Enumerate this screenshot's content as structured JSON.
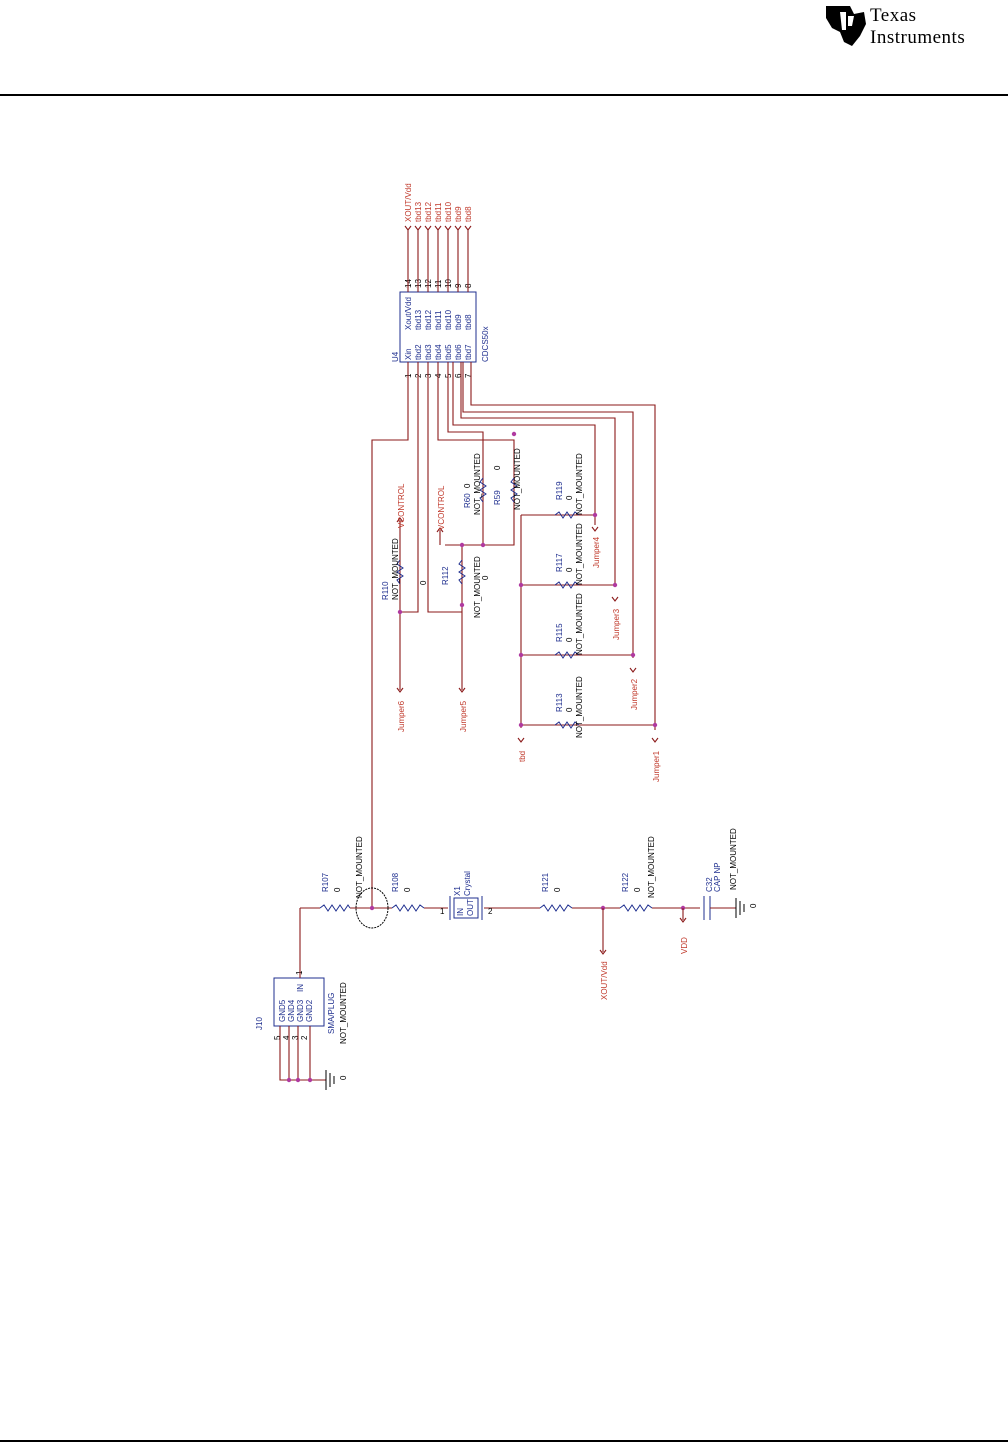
{
  "header": {
    "brand_line1": "Texas",
    "brand_line2": "Instruments"
  },
  "u4": {
    "ref": "U4",
    "part": "CDCS50x",
    "left_pins": [
      {
        "num": "1",
        "name": "Xin"
      },
      {
        "num": "2",
        "name": "tbd2"
      },
      {
        "num": "3",
        "name": "tbd3"
      },
      {
        "num": "4",
        "name": "tbd4"
      },
      {
        "num": "5",
        "name": "tbd5"
      },
      {
        "num": "6",
        "name": "tbd6"
      },
      {
        "num": "7",
        "name": "tbd7"
      }
    ],
    "right_pins": [
      {
        "num": "14",
        "name": "Xout/Vdd",
        "net": "XOUT/Vdd"
      },
      {
        "num": "13",
        "name": "tbd13",
        "net": "tbd13"
      },
      {
        "num": "12",
        "name": "tbd12",
        "net": "tbd12"
      },
      {
        "num": "11",
        "name": "tbd11",
        "net": "tbd11"
      },
      {
        "num": "10",
        "name": "tbd10",
        "net": "tbd10"
      },
      {
        "num": "9",
        "name": "tbd9",
        "net": "tbd9"
      },
      {
        "num": "8",
        "name": "tbd8",
        "net": "tbd8"
      }
    ]
  },
  "resistors": {
    "r110": {
      "ref": "R110",
      "value": "0",
      "note": "NOT_MOUNTED"
    },
    "r112": {
      "ref": "R112",
      "value": "0",
      "note": "NOT_MOUNTED"
    },
    "r60": {
      "ref": "R60",
      "value": "0",
      "note": "NOT_MOUNTED"
    },
    "r59": {
      "ref": "R59",
      "value": "0",
      "note": "NOT_MOUNTED"
    },
    "r119": {
      "ref": "R119",
      "value": "0",
      "note": "NOT_MOUNTED"
    },
    "r117": {
      "ref": "R117",
      "value": "0",
      "note": "NOT_MOUNTED"
    },
    "r115": {
      "ref": "R115",
      "value": "0",
      "note": "NOT_MOUNTED"
    },
    "r113": {
      "ref": "R113",
      "value": "0",
      "note": "NOT_MOUNTED"
    },
    "r107": {
      "ref": "R107",
      "value": "0",
      "note": "NOT_MOUNTED"
    },
    "r108": {
      "ref": "R108",
      "value": "0"
    },
    "r121": {
      "ref": "R121",
      "value": "0"
    },
    "r122": {
      "ref": "R122",
      "value": "0",
      "note": "NOT_MOUNTED"
    }
  },
  "nets": {
    "vcontrol": "VCONTROL",
    "jumper1": "Jumper1",
    "jumper2": "Jumper2",
    "jumper3": "Jumper3",
    "jumper4": "Jumper4",
    "jumper5": "Jumper5",
    "jumper6": "Jumper6",
    "tbd": "tbd",
    "xout_vdd": "XOUT/Vdd",
    "vdd": "VDD"
  },
  "x1": {
    "ref": "X1",
    "type": "Crystal",
    "pin1": "1",
    "pin2": "2",
    "in": "IN",
    "out": "OUT"
  },
  "c32": {
    "ref": "C32",
    "type": "CAP NP",
    "note": "NOT_MOUNTED"
  },
  "j10": {
    "ref": "J10",
    "part": "SMA/PLUG",
    "note": "NOT_MOUNTED",
    "pins": [
      {
        "num": "5",
        "name": "GND5"
      },
      {
        "num": "4",
        "name": "GND4"
      },
      {
        "num": "3",
        "name": "GND3"
      },
      {
        "num": "2",
        "name": "GND2"
      }
    ],
    "in_pin": {
      "num": "1",
      "name": "IN"
    }
  },
  "ground_value": "0"
}
